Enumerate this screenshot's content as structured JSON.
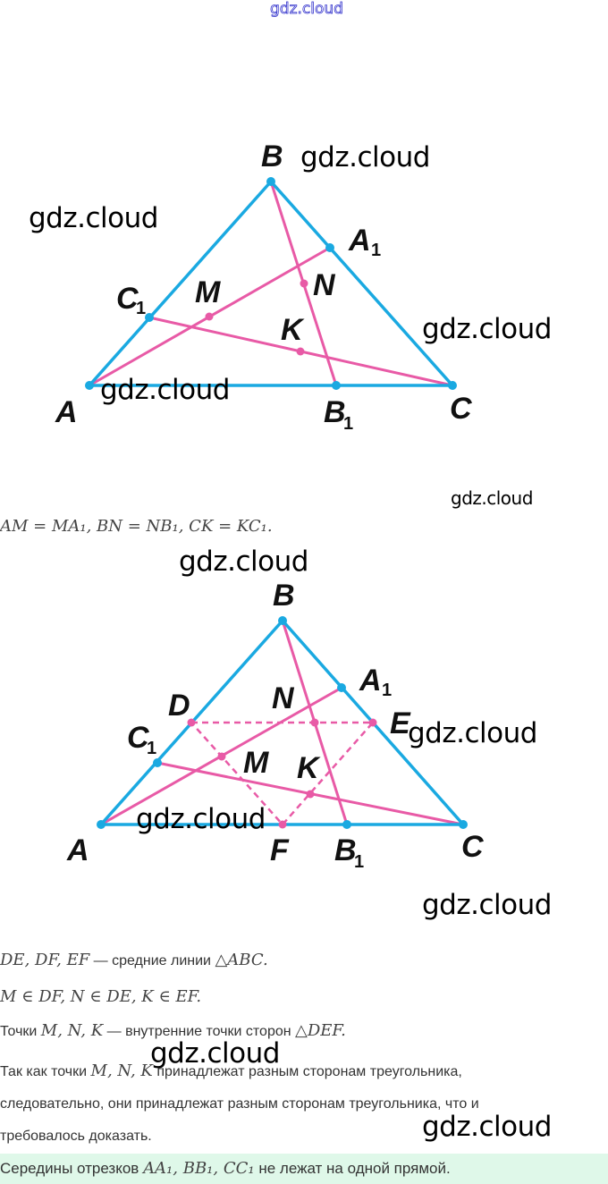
{
  "watermark": "gdz.cloud",
  "colors": {
    "triangle": "#1aa9e1",
    "cevian": "#e85aa6",
    "highlight_bg": "#dff8e9"
  },
  "figure1": {
    "labels": {
      "A": "A",
      "B": "B",
      "C": "C",
      "A1": "A",
      "B1": "B",
      "C1": "C",
      "sub": "1",
      "M": "M",
      "N": "N",
      "K": "K"
    }
  },
  "equation1": "AM = MA₁, BN = NB₁, CK = KC₁.",
  "figure2": {
    "labels": {
      "A": "A",
      "B": "B",
      "C": "C",
      "A1": "A",
      "B1": "B",
      "C1": "C",
      "sub": "1",
      "M": "M",
      "N": "N",
      "K": "K",
      "D": "D",
      "E": "E",
      "F": "F"
    }
  },
  "text": {
    "l1_math": "DE, DF, EF",
    "l1_text": " — средние линии ",
    "l1_math2": "△ABC.",
    "l2_math": "M ∈ DF, N ∈ DE, K ∈ EF.",
    "l3_text": "Точки ",
    "l3_math": "M, N, K",
    "l3_text2": " — внутренние точки сторон ",
    "l3_math2": "△DEF.",
    "l4_text": "Так как точки ",
    "l4_math": "M, N, K",
    "l4_text2": " принадлежат разным сторонам треугольника,",
    "l5_text": "следовательно, они принадлежат разным сторонам треугольника, что и",
    "l6_text": "требовалось доказать.",
    "l7_text": "Середины отрезков ",
    "l7_math": "AA₁, BB₁, CC₁",
    "l7_text2": " не лежат на одной прямой."
  }
}
